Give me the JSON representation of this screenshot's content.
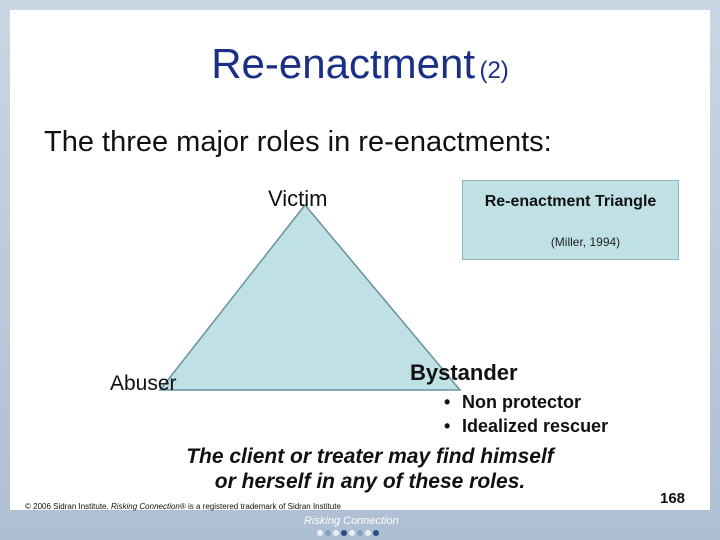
{
  "slide": {
    "title_main": "Re-enactment",
    "title_sub": "(2)",
    "subtitle": "The three major roles in re-enactments:",
    "triangle": {
      "top_label": "Victim",
      "left_label": "Abuser",
      "right_label": "Bystander",
      "fill_color": "#bfe1e6"
    },
    "legend": {
      "title": "Re-enactment Triangle",
      "citation": "(Miller, 1994)"
    },
    "bullets": [
      "Non protector",
      "Idealized rescuer"
    ],
    "caption_line1": "The client or treater may find himself",
    "caption_line2": "or herself in any of these roles.",
    "copyright_prefix": "© 2006 Sidran Institute. ",
    "copyright_italic": "Risking Connection",
    "copyright_suffix": "® is a registered trademark of Sidran Institute",
    "page_number": "168",
    "logo_text": "Risking Connection"
  },
  "colors": {
    "title": "#1a2f86",
    "triangle_fill": "#bfe1e6",
    "frame": "#b7c7d8"
  }
}
